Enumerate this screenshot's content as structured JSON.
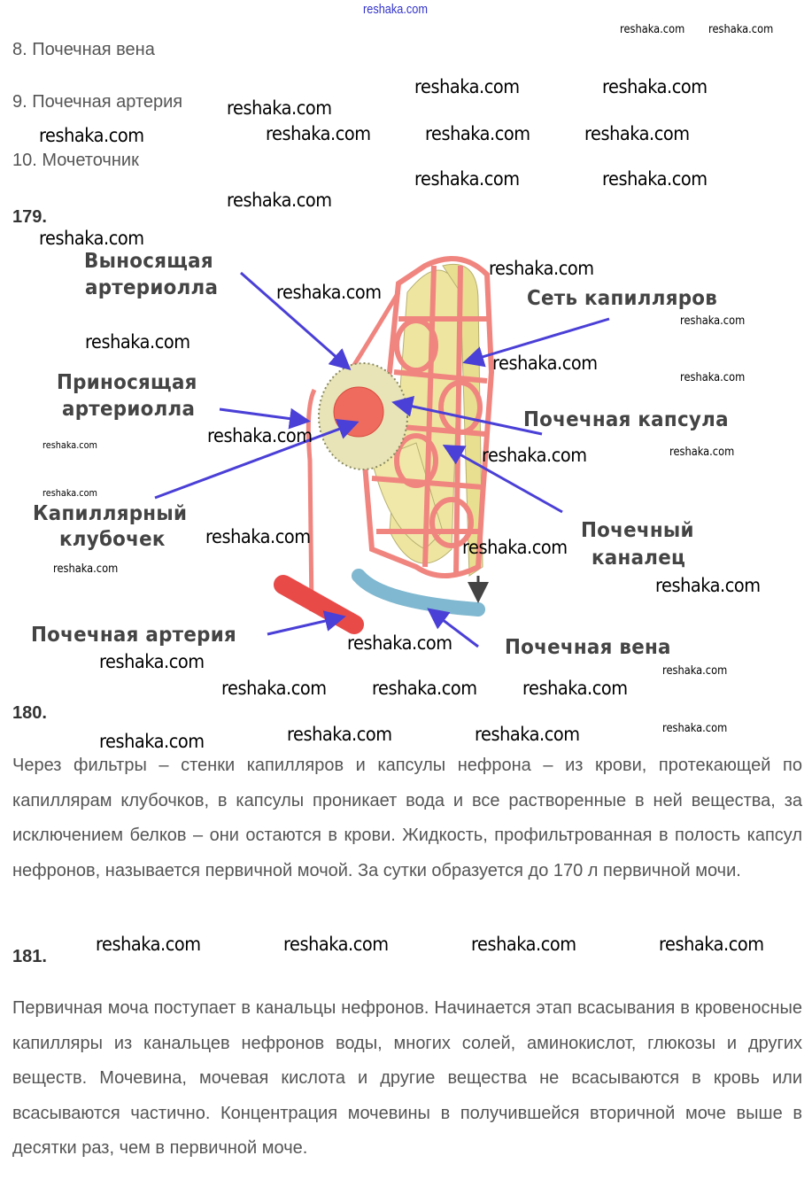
{
  "site_header": "reshaka.com",
  "watermark": "reshaka.com",
  "list_items": [
    "8. Почечная вена",
    "9. Почечная артерия",
    "10. Мочеточник"
  ],
  "task_179": {
    "number": "179.",
    "labels": {
      "efferent_1": "Выносящая",
      "efferent_2": "артериолла",
      "afferent_1": "Приносящая",
      "afferent_2": "артериолла",
      "glomerulus_1": "Капиллярный",
      "glomerulus_2": "клубочек",
      "renal_artery": "Почечная артерия",
      "capillary_net": "Сеть капилляров",
      "capsule": "Почечная капсула",
      "tubule_1": "Почечный",
      "tubule_2": "каналец",
      "renal_vein": "Почечная вена"
    }
  },
  "task_180": {
    "number": "180.",
    "text": "Через фильтры – стенки капилляров и капсулы нефрона – из крови, протекающей по капиллярам клубочков, в капсулы проникает вода и все растворенные в ней вещества, за исключением белков – они остаются в крови. Жидкость, профильтрованная в полость капсул нефронов, называется первичной мочой. За сутки образуется до 170 л первичной мочи."
  },
  "task_181": {
    "number": "181.",
    "text": "Первичная моча поступает в канальцы нефронов. Начинается этап всасывания в кровеносные капилляры из канальцев нефронов воды, многих солей, аминокислот, глюкозы и других веществ. Мочевина, мочевая кислота и другие вещества не всасываются в кровь или всасываются частично. Концентрация мочевины в получившейся вторичной моче выше в десятки раз, чем в первичной моче."
  },
  "colors": {
    "arrow": "#4a3fd6",
    "vessel": "#f0857f",
    "tubule": "#eee6a0",
    "vein": "#7fb8d0"
  }
}
